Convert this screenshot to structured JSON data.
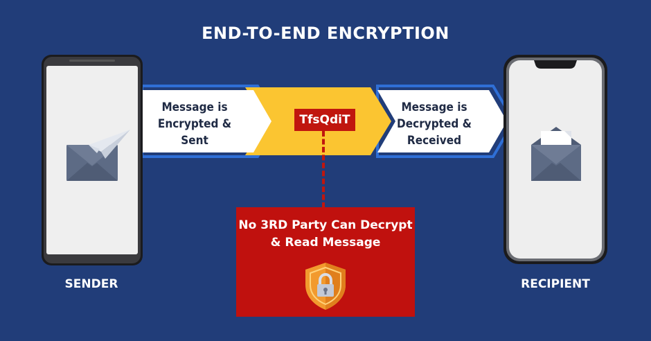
{
  "title": "END-TO-END ENCRYPTION",
  "flow": {
    "encrypt_lines": [
      "Message is",
      "Encrypted &",
      "Sent"
    ],
    "cipher_text": "TfsQdiT",
    "decrypt_lines": [
      "Message is",
      "Decrypted &",
      "Received"
    ]
  },
  "warning": {
    "lines": [
      "No 3RD Party Can Decrypt",
      "& Read Message"
    ]
  },
  "sender": {
    "label": "SENDER"
  },
  "recipient": {
    "label": "RECIPIENT"
  },
  "colors": {
    "background": "#213d79",
    "arrow_white": "#ffffff",
    "arrow_yellow": "#fbc531",
    "accent_red": "#c0110e",
    "shield_orange": "#f29a2e",
    "envelope_gray": "#5d6b85"
  },
  "icons": [
    "paper-plane-icon",
    "envelope-icon",
    "open-envelope-icon",
    "shield-lock-icon"
  ]
}
